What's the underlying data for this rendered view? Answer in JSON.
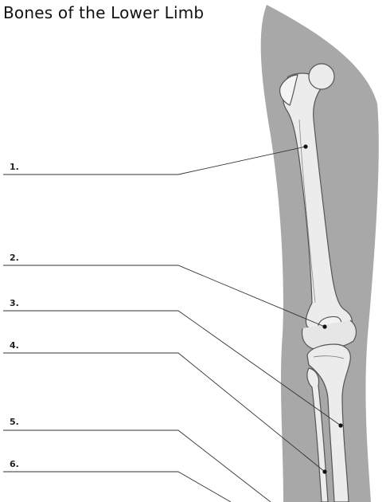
{
  "title": "Bones of the Lower Limb",
  "labels": [
    {
      "number": "1."
    },
    {
      "number": "2."
    },
    {
      "number": "3."
    },
    {
      "number": "4."
    },
    {
      "number": "5."
    },
    {
      "number": "6."
    }
  ],
  "colors": {
    "silhouette": "#a8a8a8",
    "bone": "#ececec",
    "bone_outline": "#555555",
    "leader": "#333333"
  }
}
